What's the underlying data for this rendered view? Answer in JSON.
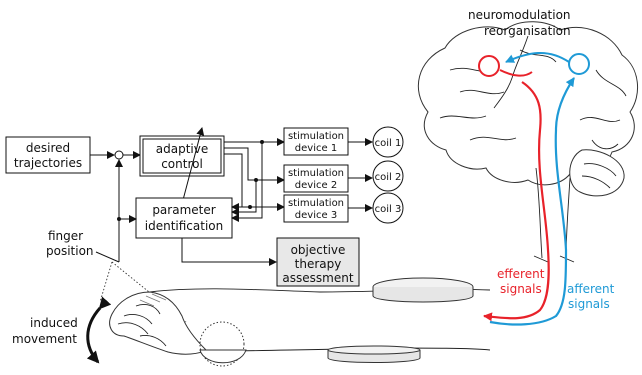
{
  "labels": {
    "neuromodulation": "neuromodulation",
    "reorganisation": "reorganisation",
    "desired_1": "desired",
    "desired_2": "trajectories",
    "adaptive_1": "adaptive",
    "adaptive_2": "control",
    "parameter_1": "parameter",
    "parameter_2": "identification",
    "stim1_1": "stimulation",
    "stim1_2": "device 1",
    "stim2_1": "stimulation",
    "stim2_2": "device 2",
    "stim3_1": "stimulation",
    "stim3_2": "device 3",
    "coil1": "coil 1",
    "coil2": "coil 2",
    "coil3": "coil 3",
    "objective_1": "objective",
    "objective_2": "therapy",
    "objective_3": "assessment",
    "finger_1": "finger",
    "finger_2": "position",
    "induced_1": "induced",
    "induced_2": "movement",
    "efferent_1": "efferent",
    "efferent_2": "signals",
    "afferent_1": "afferent",
    "afferent_2": "signals"
  },
  "colors": {
    "efferent": "#e8222a",
    "afferent": "#1f9ad6",
    "assessment_fill": "#e8e8e8",
    "ink": "#111111"
  }
}
